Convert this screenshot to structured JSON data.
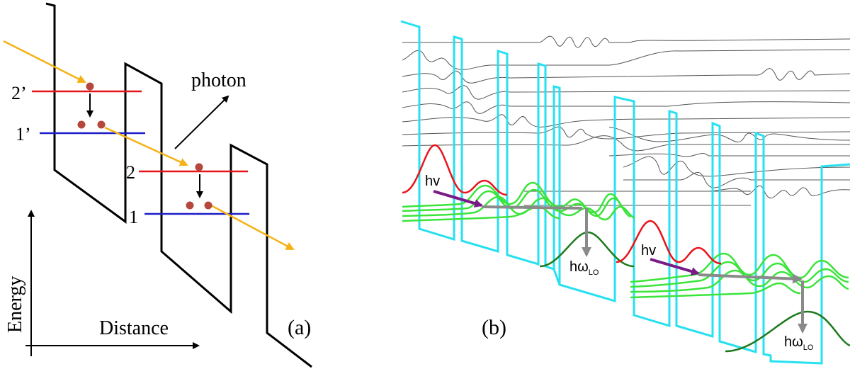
{
  "panel_a": {
    "label": "(a)",
    "photon_label": "photon",
    "level_labels": {
      "two_prime": "2’",
      "one_prime": "1’",
      "two": "2",
      "one": "1"
    },
    "axis_y_label": "Energy",
    "axis_x_label": "Distance"
  },
  "panel_b": {
    "label": "(b)",
    "absorption_label_1": "hv",
    "absorption_label_2": "hv",
    "phonon_main": "hω",
    "phonon_sub": "LO"
  },
  "colors": {
    "barrier_a": "#000000",
    "level_upper": "#e8141b",
    "level_lower": "#1e1ec8",
    "electron": "#b5473c",
    "incoming_ray": "#f5b216",
    "barrier_b": "#27e0f0",
    "wavefunction_upper": "#e8141b",
    "wavefunction_mid": "#3be43b",
    "wavefunction_ground": "#1e7a1e",
    "absorption_arrow": "#7a1a86",
    "transfer_arrow": "#8a8a8a",
    "background_states": "#555555"
  }
}
